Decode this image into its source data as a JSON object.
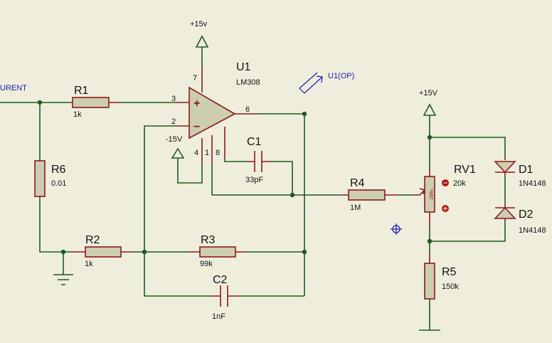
{
  "colors": {
    "wire": "#1e5a1e",
    "component": "#8b1a1a",
    "component_fill": "#cdcdb0",
    "background": "#efeedd",
    "probe": "#1a1aaa"
  },
  "probes": {
    "input_label": "URENT",
    "output_label": "U1(OP)"
  },
  "rails": {
    "opamp_pos": "+15v",
    "opamp_neg": "-15V",
    "pot_pos": "+15V"
  },
  "u1": {
    "name": "U1",
    "part": "LM308",
    "pin3": "3",
    "pin2": "2",
    "pin6": "6",
    "pin7": "7",
    "pin4": "4",
    "pin1": "1",
    "pin8": "8",
    "plus": "+",
    "minus": "−"
  },
  "r1": {
    "name": "R1",
    "value": "1k"
  },
  "r2": {
    "name": "R2",
    "value": "1k"
  },
  "r3": {
    "name": "R3",
    "value": "99k"
  },
  "r4": {
    "name": "R4",
    "value": "1M"
  },
  "r5": {
    "name": "R5",
    "value": "150k"
  },
  "r6": {
    "name": "R6",
    "value": "0.01"
  },
  "c1": {
    "name": "C1",
    "value": "33pF"
  },
  "c2": {
    "name": "C2",
    "value": "1nF"
  },
  "rv1": {
    "name": "RV1",
    "value": "20k",
    "body_text": "%82"
  },
  "d1": {
    "name": "D1",
    "part": "1N4148"
  },
  "d2": {
    "name": "D2",
    "part": "1N4148"
  },
  "icons": [
    "ground-icon",
    "power-rail-icon",
    "probe-arrow-icon",
    "crosshair-icon"
  ]
}
